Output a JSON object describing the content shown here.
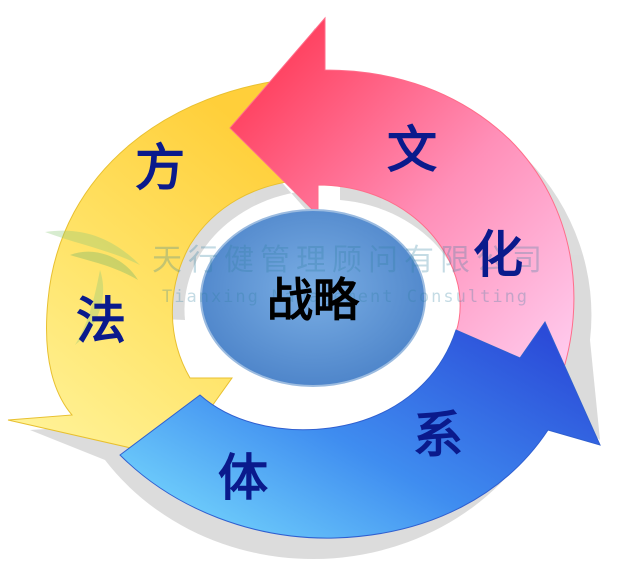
{
  "diagram": {
    "center_label": "战略",
    "segments": [
      {
        "id": "culture",
        "label": "文化"
      },
      {
        "id": "system",
        "label": "体系"
      },
      {
        "id": "method",
        "label": "方法"
      }
    ],
    "colors": {
      "culture_start": "#ff2a45",
      "culture_end": "#ffd0f2",
      "system_start": "#2b4bd8",
      "system_end": "#7fe4ff",
      "method_start": "#ffd23a",
      "method_end": "#fff8b0",
      "center_fill": "#5f95d4",
      "label_color": "#0a1a8c"
    }
  },
  "watermark": {
    "company_cn": "天行健管理顾问有限公司",
    "company_en": "Tianxing Management Consulting"
  }
}
